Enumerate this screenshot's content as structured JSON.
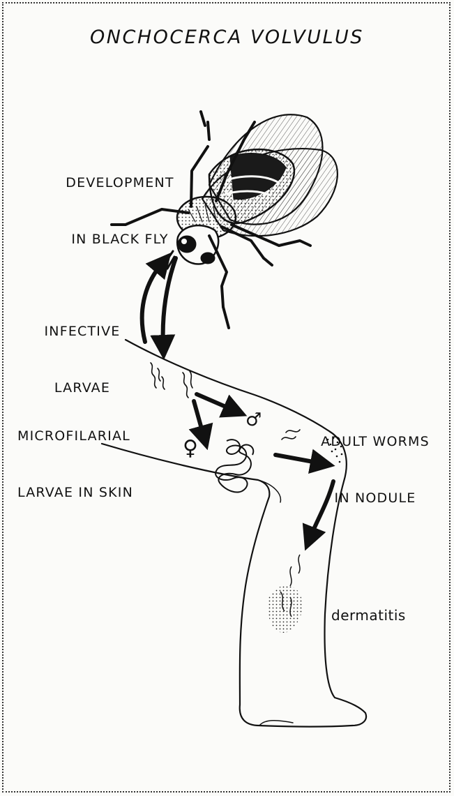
{
  "title": "ONCHOCERCA VOLVULUS",
  "labels": {
    "development": [
      "DEVELOPMENT",
      "IN BLACK FLY"
    ],
    "infective": [
      "INFECTIVE",
      "LARVAE"
    ],
    "microfilarial": [
      "MICROFILARIAL",
      "LARVAE IN SKIN"
    ],
    "adult": [
      "ADULT WORMS",
      "IN NODULE"
    ],
    "dermatitis": "dermatitis"
  },
  "symbols": {
    "female": "♀",
    "male": "♂"
  }
}
